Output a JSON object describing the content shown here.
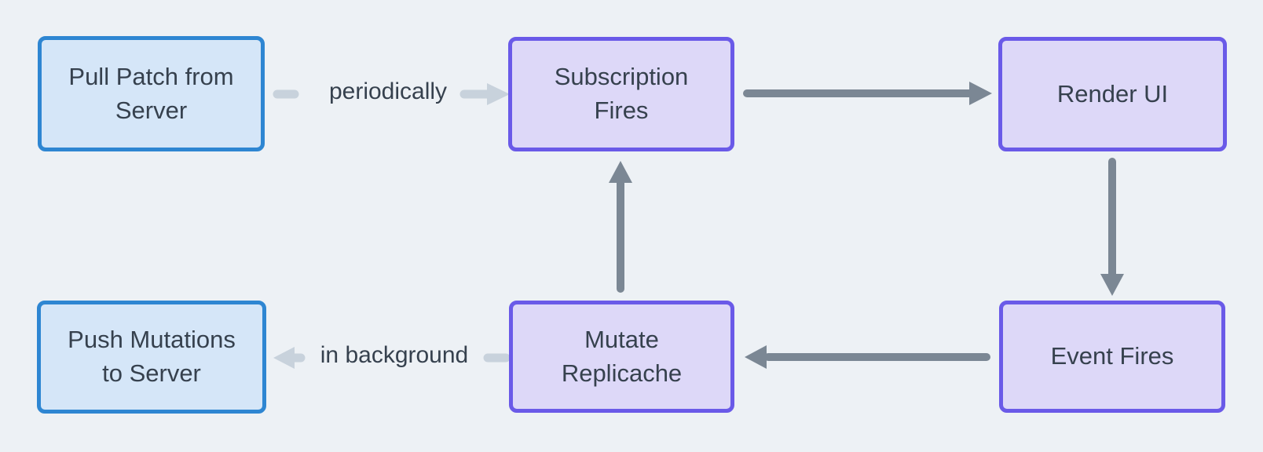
{
  "diagram": {
    "nodes": [
      {
        "id": "pull-patch-from-server",
        "label": "Pull Patch from Server",
        "kind": "server-step",
        "fill": "#d5e6f8",
        "border": "#2e86d2"
      },
      {
        "id": "subscription-fires",
        "label": "Subscription Fires",
        "kind": "client-step",
        "fill": "#ddd8f8",
        "border": "#6a5ae8"
      },
      {
        "id": "render-ui",
        "label": "Render UI",
        "kind": "client-step",
        "fill": "#ddd8f8",
        "border": "#6a5ae8"
      },
      {
        "id": "push-mutations-to-server",
        "label": "Push Mutations to Server",
        "kind": "server-step",
        "fill": "#d5e6f8",
        "border": "#2e86d2"
      },
      {
        "id": "mutate-replicache",
        "label": "Mutate Replicache",
        "kind": "client-step",
        "fill": "#ddd8f8",
        "border": "#6a5ae8"
      },
      {
        "id": "event-fires",
        "label": "Event Fires",
        "kind": "client-step",
        "fill": "#ddd8f8",
        "border": "#6a5ae8"
      }
    ],
    "edges": [
      {
        "from": "pull-patch-from-server",
        "to": "subscription-fires",
        "label": "periodically",
        "style": "light",
        "direction": "right"
      },
      {
        "from": "subscription-fires",
        "to": "render-ui",
        "label": "",
        "style": "dark",
        "direction": "right"
      },
      {
        "from": "render-ui",
        "to": "event-fires",
        "label": "",
        "style": "dark",
        "direction": "down"
      },
      {
        "from": "event-fires",
        "to": "mutate-replicache",
        "label": "",
        "style": "dark",
        "direction": "left"
      },
      {
        "from": "mutate-replicache",
        "to": "subscription-fires",
        "label": "",
        "style": "dark",
        "direction": "up"
      },
      {
        "from": "mutate-replicache",
        "to": "push-mutations-to-server",
        "label": "in background",
        "style": "light",
        "direction": "left"
      }
    ],
    "colors": {
      "background": "#edf1f5",
      "server_node_fill": "#d5e6f8",
      "server_node_border": "#2e86d2",
      "client_node_fill": "#ddd8f8",
      "client_node_border": "#6a5ae8",
      "text": "#36414e",
      "dark_arrow": "#7b8794",
      "light_arrow": "#c8d2dc"
    }
  }
}
